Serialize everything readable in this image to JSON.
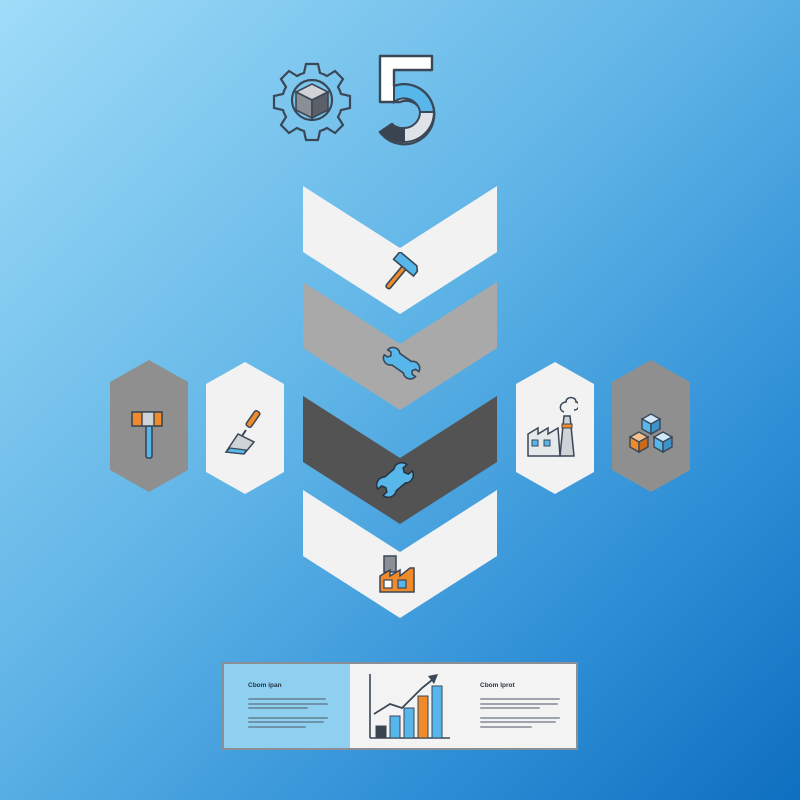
{
  "header": {
    "number": "5"
  },
  "bottom_panel": {
    "left_title": "Cbom ipan",
    "right_title": "Cbom lprot"
  },
  "colors": {
    "chevron_light": "#f2f2f2",
    "chevron_mid": "#a9a9a9",
    "chevron_dark": "#535353",
    "hex_gray": "#8f8f8f",
    "hex_light": "#f2f2f2",
    "accent_orange": "#f08a2a",
    "accent_blue": "#57b6ea",
    "outline": "#3a4756"
  },
  "icons": [
    "gear-cube-icon",
    "number-five-icon",
    "hammer-icon",
    "wrench-icon",
    "wrench-dark-icon",
    "factory-blocks-icon",
    "mallet-icon",
    "trowel-icon",
    "factory-chimney-icon",
    "cubes-icon",
    "bar-chart-growth-icon"
  ]
}
